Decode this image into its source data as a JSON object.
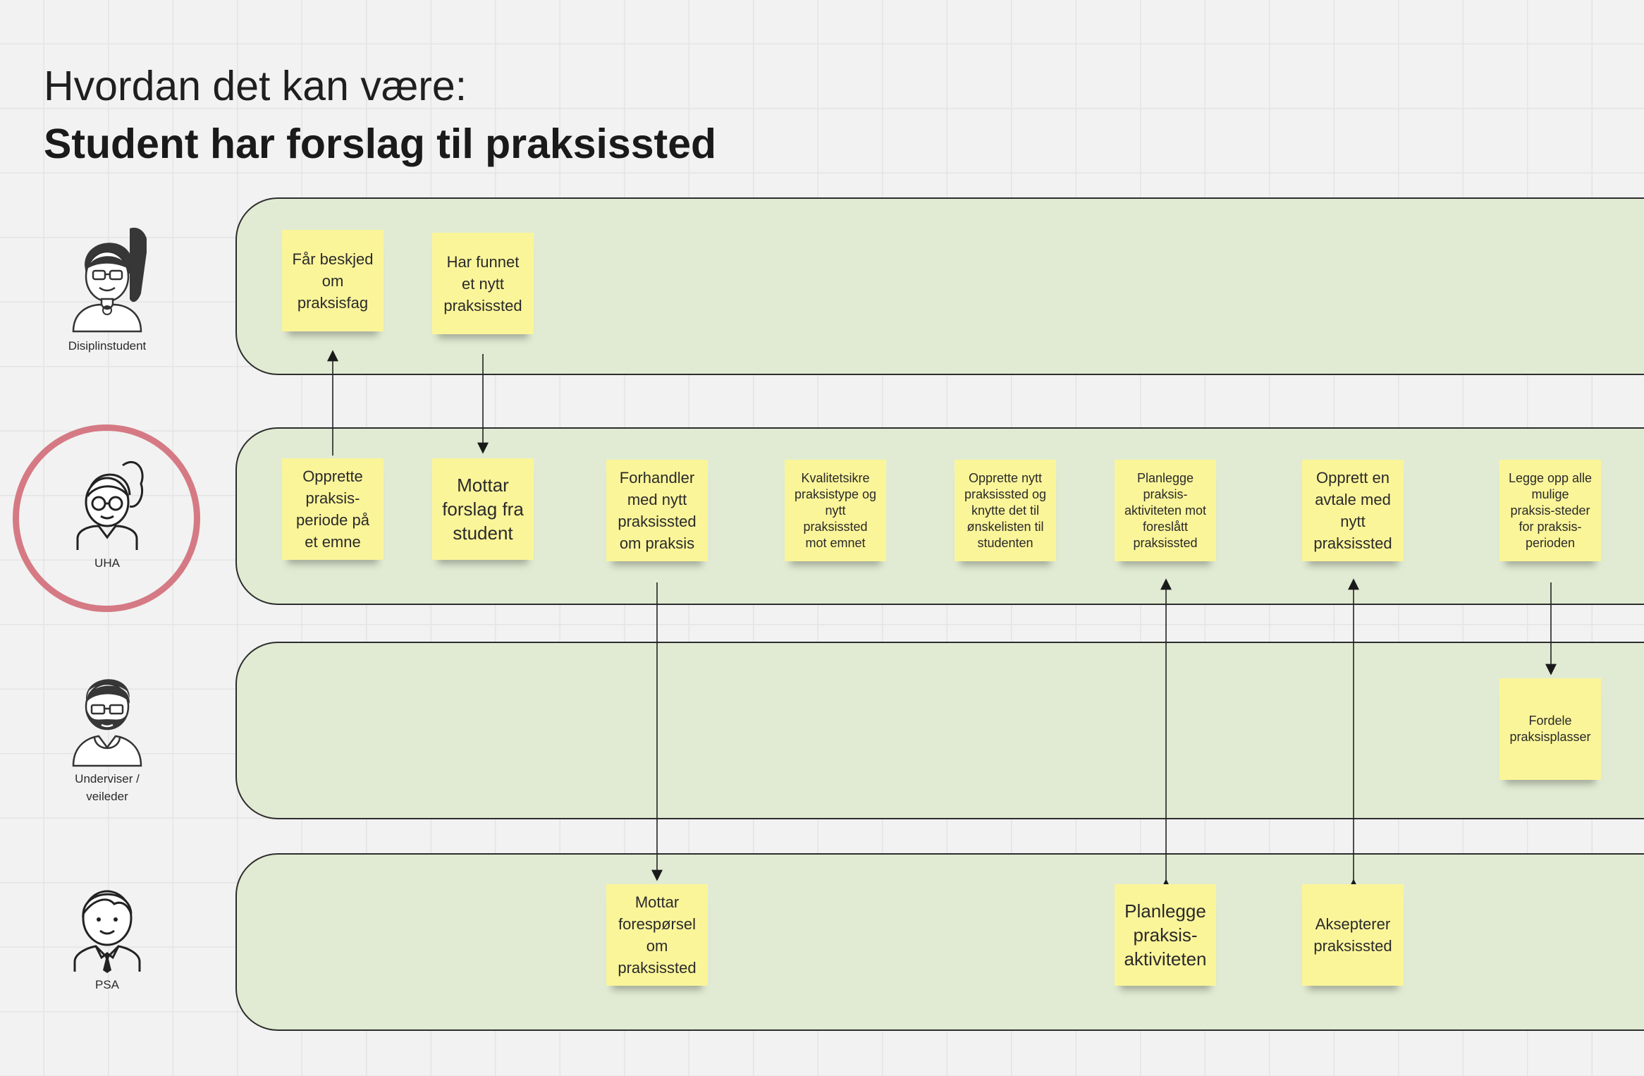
{
  "title": {
    "line1": "Hvordan det kan være:",
    "line2": "Student har forslag til praksissted"
  },
  "actors": [
    {
      "id": "student",
      "label": "Disiplinstudent",
      "icon": "female-student-avatar-icon"
    },
    {
      "id": "uha",
      "label": "UHA",
      "icon": "female-admin-avatar-icon",
      "highlighted": true
    },
    {
      "id": "teacher",
      "label": "Underviser /\nveileder",
      "icon": "bearded-man-avatar-icon"
    },
    {
      "id": "psa",
      "label": "PSA",
      "icon": "man-with-tie-avatar-icon"
    }
  ],
  "colors": {
    "lane_fill": "#e1ebd3",
    "sticky_note": "#fbf59a",
    "highlight_ring": "#d57a84"
  },
  "notes": {
    "student": [
      "Får beskjed\nom\npraksisfag",
      "Har funnet\net nytt\npraksissted"
    ],
    "uha": [
      "Opprette\npraksis-\nperiode på\net emne",
      "Mottar\nforslag fra\nstudent",
      "Forhandler\nmed nytt\npraksissted\nom praksis",
      "Kvalitetsikre\npraksistype og\nnytt\npraksissted\nmot emnet",
      "Opprette nytt\npraksissted og\nknytte det til\nønskelisten til\nstudenten",
      "Planlegge\npraksis-\naktiviteten mot\nforeslått\npraksissted",
      "Opprett en\navtale med\nnytt\npraksissted",
      "Legge opp alle\nmulige\npraksis-steder\nfor praksis-\nperioden"
    ],
    "teacher": [
      "Fordele\npraksisplasser"
    ],
    "psa": [
      "Mottar\nforespørsel\nom\npraksissted",
      "Planlegge\npraksis-\naktiviteten",
      "Aksepterer\npraksissted"
    ]
  }
}
